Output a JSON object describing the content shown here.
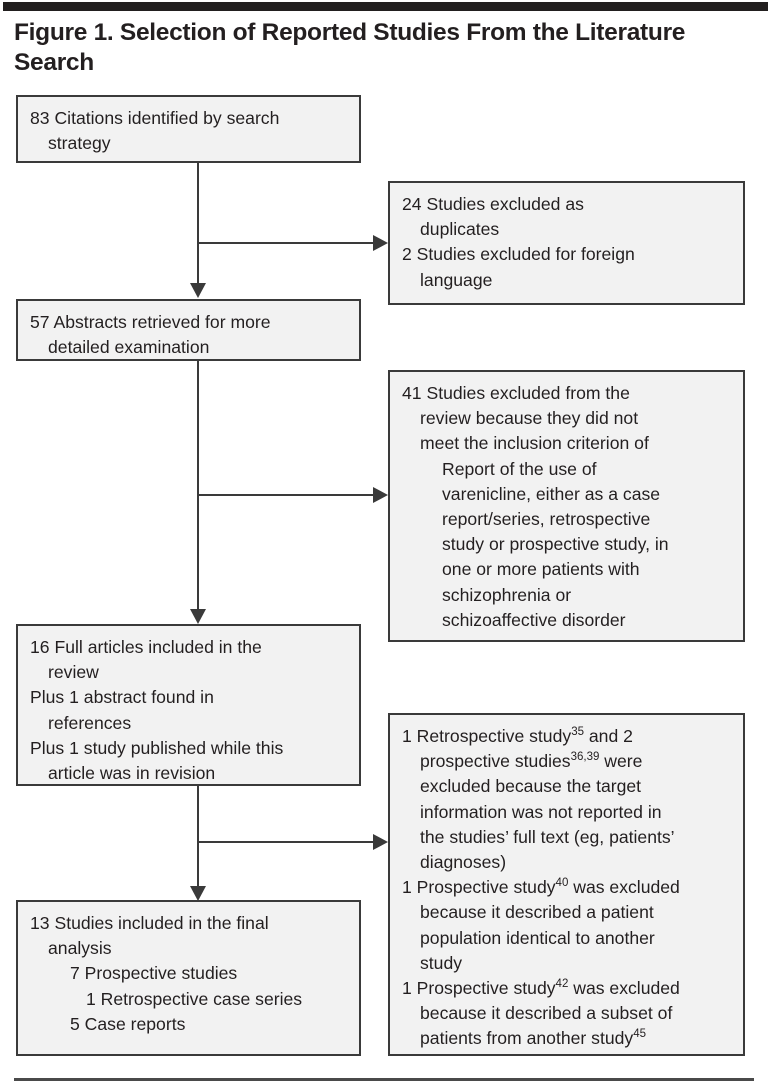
{
  "figure": {
    "title": "Figure 1. Selection of Reported Studies From the Literature Search"
  },
  "flow": {
    "main_nodes": [
      {
        "id": "citations-identified",
        "lines": [
          {
            "text": "83 Citations identified by search",
            "indent": 0
          },
          {
            "text": "strategy",
            "indent": 1
          }
        ]
      },
      {
        "id": "abstracts-retrieved",
        "lines": [
          {
            "text": "57 Abstracts retrieved for more",
            "indent": 0
          },
          {
            "text": "detailed examination",
            "indent": 1
          }
        ]
      },
      {
        "id": "full-articles-included",
        "lines": [
          {
            "text": "16 Full articles included in the",
            "indent": 0
          },
          {
            "text": "review",
            "indent": 1
          },
          {
            "text": "Plus 1 abstract found in",
            "indent": 0
          },
          {
            "text": "references",
            "indent": 1
          },
          {
            "text": "Plus 1 study published while this",
            "indent": 0
          },
          {
            "text": "article was in revision",
            "indent": 1
          }
        ]
      },
      {
        "id": "studies-final-analysis",
        "lines": [
          {
            "text": "13 Studies included in the final",
            "indent": 0
          },
          {
            "text": "analysis",
            "indent": 1
          },
          {
            "text": "7 Prospective studies",
            "indent": 2
          },
          {
            "text": "1 Retrospective case series",
            "indent": 3
          },
          {
            "text": "5 Case reports",
            "indent": 2
          }
        ]
      }
    ],
    "exclusion_nodes": [
      {
        "id": "excluded-duplicates-foreign",
        "lines": [
          {
            "text": "24 Studies excluded as",
            "indent": 0
          },
          {
            "text": "duplicates",
            "indent": 1
          },
          {
            "text": "2 Studies excluded for foreign",
            "indent": 0
          },
          {
            "text": "language",
            "indent": 1
          }
        ]
      },
      {
        "id": "excluded-inclusion-criterion",
        "lines": [
          {
            "text": "41 Studies excluded from the",
            "indent": 0
          },
          {
            "text": "review because they did not",
            "indent": 1
          },
          {
            "text": "meet the inclusion criterion of",
            "indent": 1
          },
          {
            "text": "Report of the use of",
            "indent": 2
          },
          {
            "text": "varenicline, either as a case",
            "indent": 2
          },
          {
            "text": "report/series, retrospective",
            "indent": 2
          },
          {
            "text": "study or prospective study, in",
            "indent": 2
          },
          {
            "text": "one or more patients with",
            "indent": 2
          },
          {
            "text": "schizophrenia or",
            "indent": 2
          },
          {
            "text": "schizoaffective disorder",
            "indent": 2
          }
        ]
      },
      {
        "id": "excluded-target-info-and-overlap",
        "lines": [
          {
            "text": "1 Retrospective study",
            "sup": "35",
            "tail": " and 2",
            "indent": 0
          },
          {
            "text": "prospective studies",
            "sup": "36,39",
            "tail": " were",
            "indent": 1
          },
          {
            "text": "excluded because the target",
            "indent": 1
          },
          {
            "text": "information was not reported in",
            "indent": 1
          },
          {
            "text": "the studies’ full text (eg, patients’",
            "indent": 1
          },
          {
            "text": "diagnoses)",
            "indent": 1
          },
          {
            "text": "1 Prospective study",
            "sup": "40",
            "tail": " was excluded",
            "indent": 0
          },
          {
            "text": "because it described a patient",
            "indent": 1
          },
          {
            "text": "population identical to another",
            "indent": 1
          },
          {
            "text": "study",
            "indent": 1
          },
          {
            "text": "1 Prospective study",
            "sup": "42",
            "tail": " was excluded",
            "indent": 0
          },
          {
            "text": "because it described a subset of",
            "indent": 1
          },
          {
            "text": "patients from another study",
            "sup": "45",
            "tail": "",
            "indent": 1
          }
        ]
      }
    ]
  },
  "colors": {
    "box_fill": "#f2f2f2",
    "box_border": "#3a3a3a",
    "rule": "#221f1f",
    "text": "#231f20"
  }
}
